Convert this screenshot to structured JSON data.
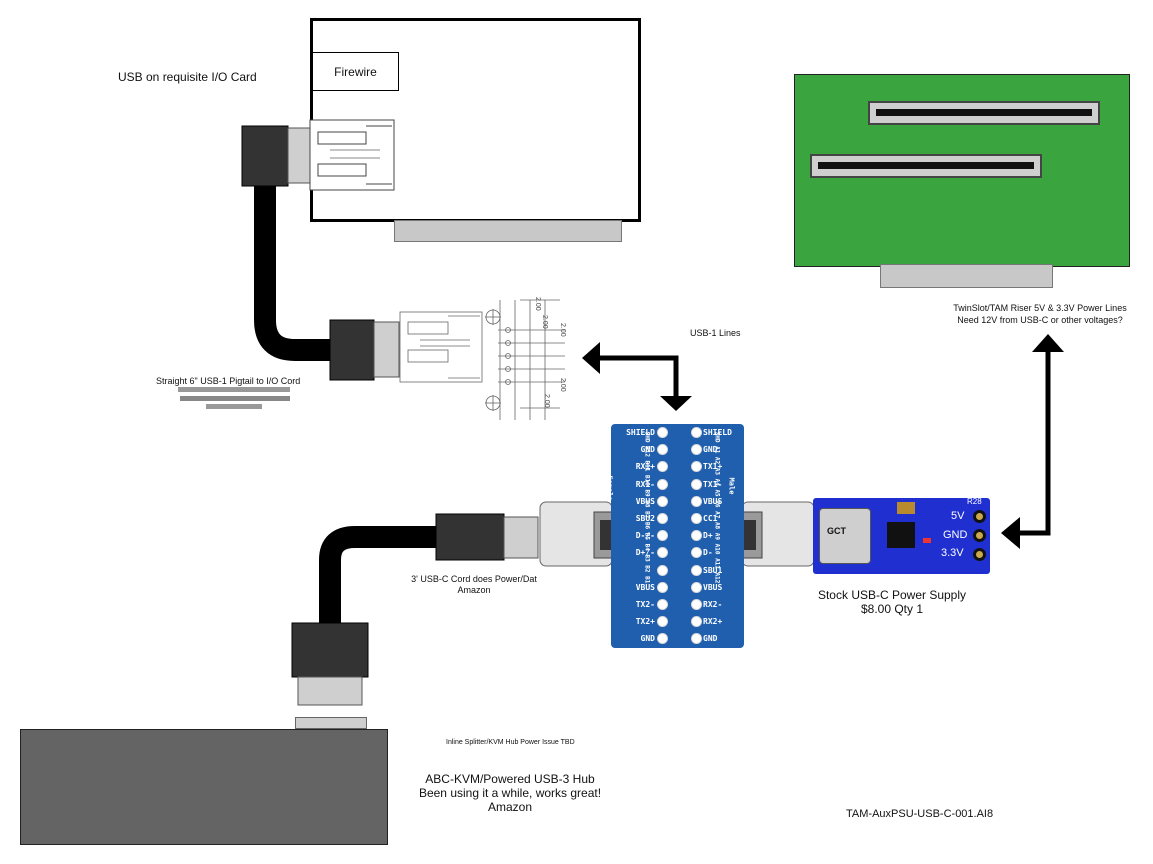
{
  "labels": {
    "usb_io_card": "USB on requisite I/O Card",
    "firewire": "Firewire",
    "pigtail": "Straight 6\" USB-1 Pigtail to I/O Cord",
    "usb1_lines": "USB-1 Lines",
    "riser_line1": "TwinSlot/TAM Riser 5V  & 3.3V Power  Lines",
    "riser_line2": "Need 12V from USB-C or other voltages?",
    "usbc_cord_line1": "3' USB-C Cord does Power/Dat",
    "usbc_cord_line2": "Amazon",
    "psu_line1": "Stock USB-C Power Supply",
    "psu_line2": "$8.00 Qty 1",
    "inline_splitter": "Inline Splitter/KVM Hub Power Issue TBD",
    "hub_line1": "ABC-KVM/Powered USB-3 Hub",
    "hub_line2": "Been using it a while, works great!",
    "hub_line3": "Amazon",
    "file_name": "TAM-AuxPSU-USB-C-001.AI8"
  },
  "drawing": {
    "dims": [
      "2.00",
      "2.00",
      "2.00",
      "2.00",
      "2.00"
    ]
  },
  "breakout_board": {
    "left_pins": [
      "SHIELD",
      "GND",
      "RX1+",
      "RX1-",
      "VBUS",
      "SBU2",
      "D-/-",
      "D+/-",
      "",
      "VBUS",
      "TX2-",
      "TX2+",
      "GND"
    ],
    "right_pins": [
      "SHIELD",
      "GND",
      "TX1+",
      "TX1-",
      "VBUS",
      "CC1",
      "D+",
      "D-",
      "SBU1",
      "VBUS",
      "RX2-",
      "RX2+",
      "GND"
    ],
    "side_left": "Female",
    "side_right": "Male",
    "cc2": "CC2/VCONN",
    "col_left": "SHD B12 B11 B10 B9 B8 B7 B6 B5 B4 B3 B2 B1",
    "col_right": "SHD A1 A2 A3 A4 A5 A6 A7 A8 A9 A10 A11 A12"
  },
  "power_board": {
    "terminals": [
      "5V",
      "GND",
      "3.3V"
    ],
    "code": "R28",
    "chip": "GCT"
  },
  "colors": {
    "riser_green": "#3aa43e",
    "board_blue": "#1f5fae",
    "psu_blue": "#1f2fd0",
    "hub_gray": "#646464",
    "cable_black": "#000000"
  }
}
